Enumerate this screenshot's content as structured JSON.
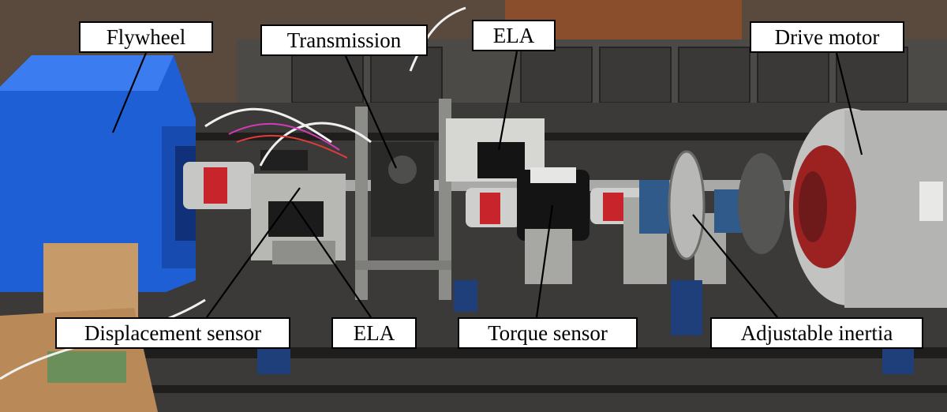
{
  "labels": {
    "flywheel": "Flywheel",
    "transmission": "Transmission",
    "ela_top": "ELA",
    "drive_motor": "Drive motor",
    "displacement_sensor": "Displacement sensor",
    "ela_bottom": "ELA",
    "torque_sensor": "Torque sensor",
    "adjustable_inertia": "Adjustable inertia"
  },
  "colors": {
    "flywheel_housing": "#1f5fd6",
    "label_background": "#ffffff",
    "label_border": "#000000",
    "coupling_red": "#c8242c"
  }
}
